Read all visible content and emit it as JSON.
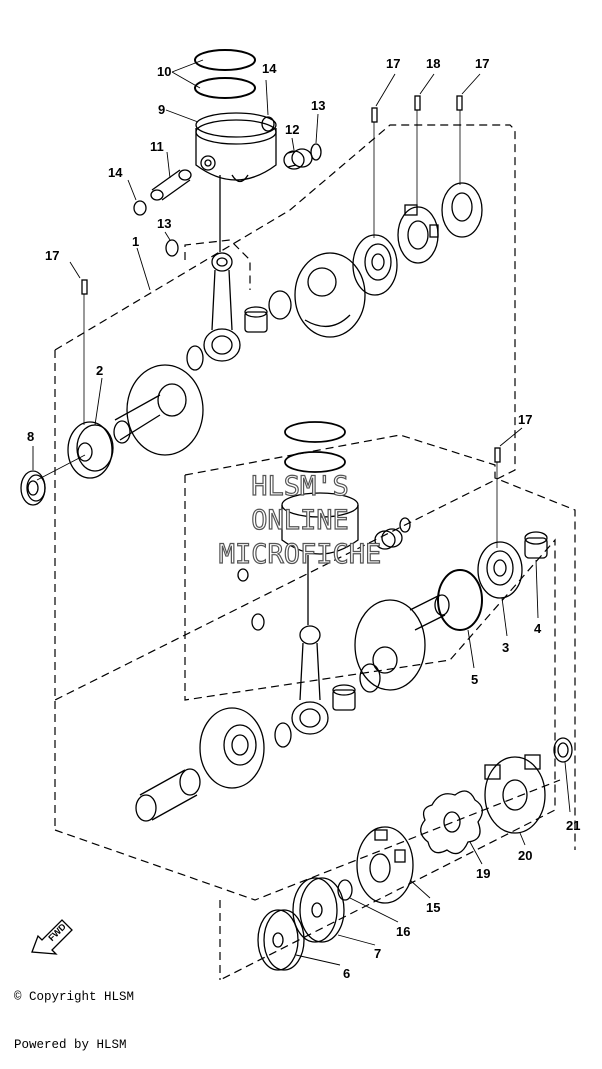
{
  "parts": [
    {
      "number": "1"
    },
    {
      "number": "2"
    },
    {
      "number": "3"
    },
    {
      "number": "4"
    },
    {
      "number": "5"
    },
    {
      "number": "6"
    },
    {
      "number": "7"
    },
    {
      "number": "8"
    },
    {
      "number": "9"
    },
    {
      "number": "10"
    },
    {
      "number": "11"
    },
    {
      "number": "12"
    },
    {
      "number": "13"
    },
    {
      "number": "13"
    },
    {
      "number": "14"
    },
    {
      "number": "14"
    },
    {
      "number": "15"
    },
    {
      "number": "16"
    },
    {
      "number": "17"
    },
    {
      "number": "17"
    },
    {
      "number": "17"
    },
    {
      "number": "17"
    },
    {
      "number": "18"
    },
    {
      "number": "19"
    },
    {
      "number": "20"
    },
    {
      "number": "21"
    }
  ],
  "watermark": {
    "line1": "HLSM'S",
    "line2": "ONLINE",
    "line3": "MICROFICHE"
  },
  "footer": {
    "copyright": "© Copyright HLSM",
    "powered": "Powered by HLSM"
  },
  "fwd_label": "FWD",
  "colors": {
    "line": "#000000",
    "dash": "#000000",
    "background": "#ffffff"
  }
}
